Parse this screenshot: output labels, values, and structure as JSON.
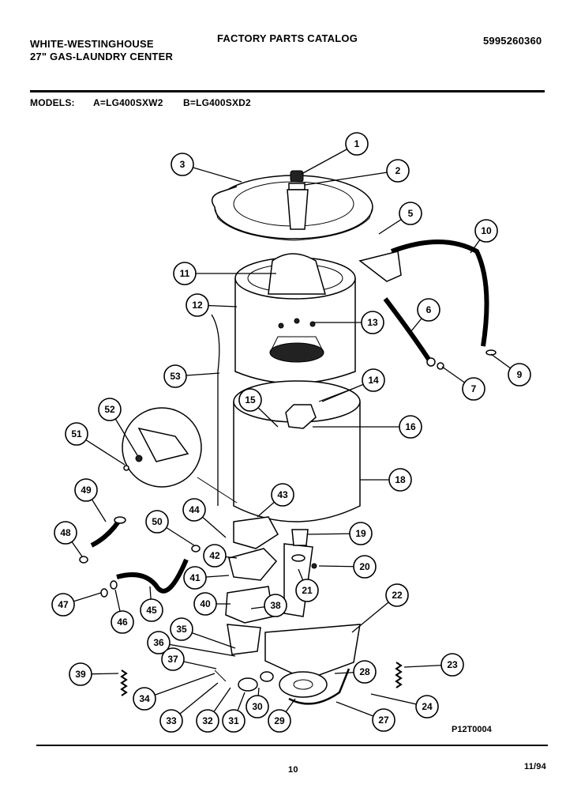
{
  "header": {
    "brand": "WHITE-WESTINGHOUSE",
    "product": "27\" GAS-LAUNDRY CENTER",
    "catalog_title": "FACTORY PARTS CATALOG",
    "catalog_number": "5995260360",
    "models_label": "MODELS:",
    "model_a": "A=LG400SXW2",
    "model_b": "B=LG400SXD2"
  },
  "diagram": {
    "figure_code": "P12T0004",
    "callouts": [
      "1",
      "2",
      "3",
      "5",
      "10",
      "11",
      "12",
      "6",
      "13",
      "9",
      "7",
      "53",
      "14",
      "15",
      "16",
      "52",
      "51",
      "18",
      "49",
      "43",
      "44",
      "50",
      "19",
      "48",
      "42",
      "20",
      "41",
      "21",
      "22",
      "47",
      "46",
      "45",
      "40",
      "38",
      "35",
      "36",
      "37",
      "23",
      "39",
      "28",
      "24",
      "34",
      "30",
      "33",
      "32",
      "31",
      "29",
      "27"
    ]
  },
  "footer": {
    "page_number": "10",
    "date": "11/94"
  }
}
